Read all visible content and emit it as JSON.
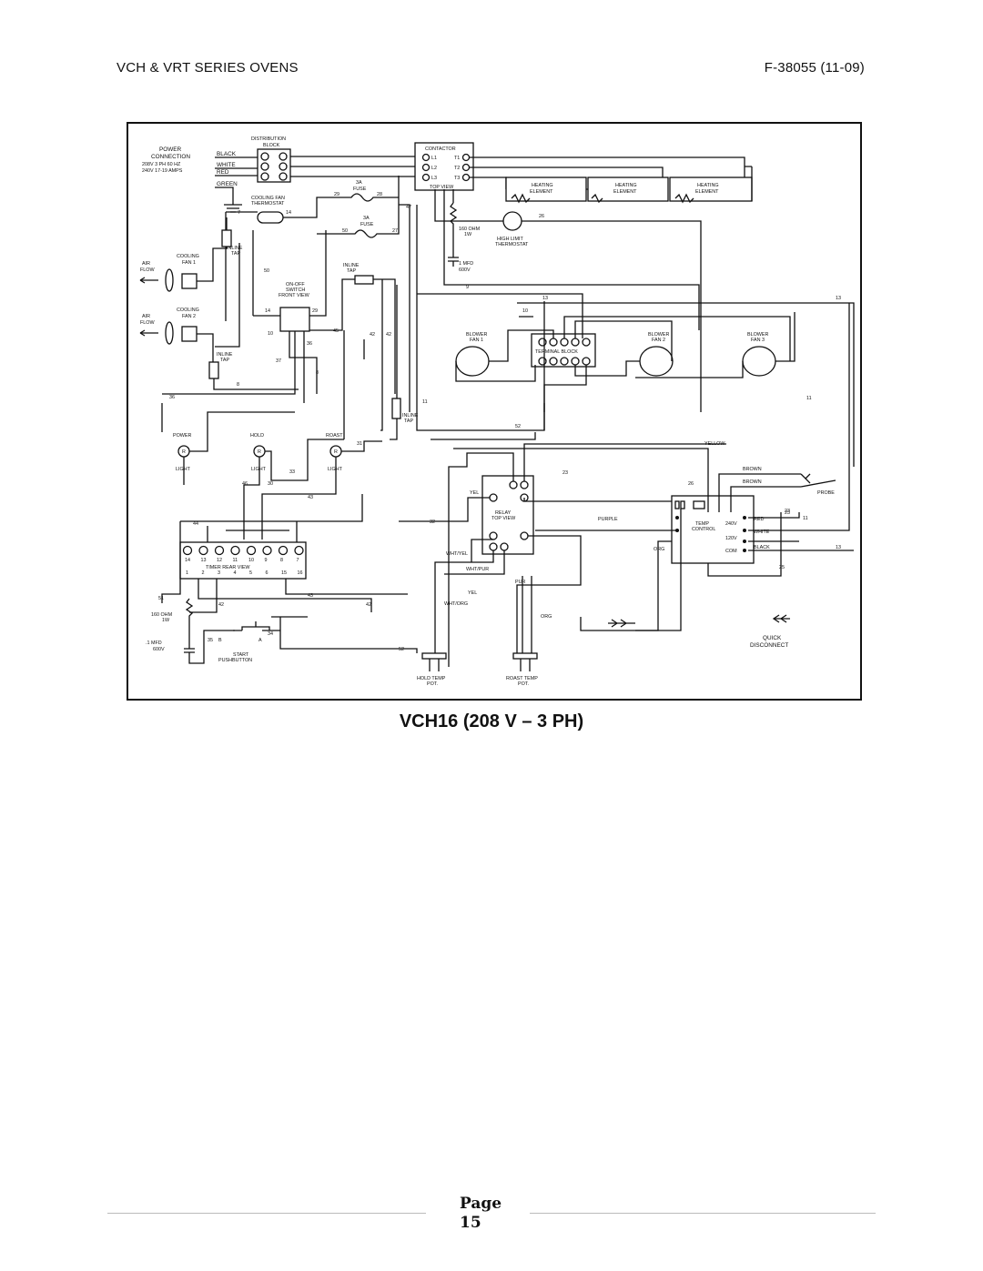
{
  "header": {
    "left": "VCH & VRT SERIES OVENS",
    "right": "F-38055 (11-09)"
  },
  "diagram": {
    "power": {
      "title1": "POWER",
      "title2": "CONNECTION",
      "spec1": "208V  3 PH  60 HZ",
      "spec2": "240V  17-19 AMPS",
      "black": "BLACK",
      "white": "WHITE",
      "red": "RED",
      "green": "GREEN",
      "dist1": "DISTRIBUTION",
      "dist2": "BLOCK"
    },
    "contactor": {
      "title": "CONTACTOR",
      "view": "TOP VIEW",
      "l1": "L1",
      "l2": "L2",
      "l3": "L3",
      "t1": "T1",
      "t2": "T2",
      "t3": "T3"
    },
    "heating": {
      "h1a": "HEATING",
      "h1b": "ELEMENT",
      "h2a": "HEATING",
      "h2b": "ELEMENT",
      "h3a": "HEATING",
      "h3b": "ELEMENT"
    },
    "cooling_fan_thermostat": {
      "a": "COOLING FAN",
      "b": "THERMOSTAT"
    },
    "fuse1": {
      "a": "3A",
      "b": "FUSE"
    },
    "fuse2": {
      "a": "3A",
      "b": "FUSE"
    },
    "res160": {
      "a": "160 OHM",
      "b": "1W"
    },
    "cap1": {
      "a": "1 MFD",
      "b": "600V"
    },
    "high_limit": {
      "a": "HIGH LIMIT",
      "b": "THERMOSTAT"
    },
    "inline_tap": {
      "a": "INLINE",
      "b": "TAP"
    },
    "cooling1": {
      "a": "COOLING",
      "b": "FAN 1"
    },
    "cooling2": {
      "a": "COOLING",
      "b": "FAN 2"
    },
    "airflow": {
      "a": "AIR",
      "b": "FLOW"
    },
    "switch": {
      "a": "ON-OFF",
      "b": "SWITCH",
      "c": "FRONT VIEW"
    },
    "blower1": {
      "a": "BLOWER",
      "b": "FAN 1"
    },
    "blower2": {
      "a": "BLOWER",
      "b": "FAN 2"
    },
    "blower3": {
      "a": "BLOWER",
      "b": "FAN 3"
    },
    "terminal_block": "TERMINAL BLOCK",
    "lights": {
      "power": "POWER",
      "hold": "HOLD",
      "roast": "ROAST",
      "light": "LIGHT",
      "r": "R"
    },
    "relay": {
      "a": "RELAY",
      "b": "TOP VIEW"
    },
    "timer": "TIMER   REAR VIEW",
    "timer_top": [
      "14",
      "13",
      "12",
      "11",
      "10",
      "9",
      "8",
      "7"
    ],
    "timer_bot": [
      "1",
      "2",
      "3",
      "4",
      "5",
      "6",
      "15",
      "16"
    ],
    "temp": {
      "a": "TEMP",
      "b": "CONTROL",
      "v240": "240V",
      "v120": "120V",
      "com": "COM"
    },
    "colors": {
      "yellow": "YELLOW",
      "brown": "BROWN",
      "red": "RED",
      "white": "WHITE",
      "black": "BLACK",
      "purple": "PURPLE",
      "org": "ORG",
      "yel": "YEL",
      "whtyel": "WHT/YEL",
      "whtpur": "WHT/PUR",
      "pur": "PUR",
      "whtorg": "WHT/ORG"
    },
    "probe": "PROBE",
    "quick": {
      "a": "QUICK",
      "b": "DISCONNECT"
    },
    "res160b": {
      "a": "160 OHM",
      "b": "1W"
    },
    "cap2": {
      "a": ".1 MFD",
      "b": "600V"
    },
    "start": {
      "a": "START",
      "b": "PUSHBUTTON",
      "A": "A",
      "B": "B"
    },
    "pots": {
      "hold1": "HOLD TEMP",
      "roast1": "ROAST TEMP",
      "pot": "POT."
    },
    "wires": [
      "29",
      "28",
      "27",
      "50",
      "26",
      "9",
      "47",
      "7",
      "14",
      "50",
      "14",
      "29",
      "10",
      "36",
      "45",
      "42",
      "42",
      "37",
      "8",
      "8",
      "36",
      "13",
      "10",
      "13",
      "11",
      "11",
      "52",
      "31",
      "33",
      "46",
      "30",
      "43",
      "44",
      "32",
      "23",
      "26",
      "23",
      "11",
      "13",
      "25",
      "51",
      "42",
      "43",
      "42",
      "34",
      "35",
      "52",
      "23"
    ]
  },
  "caption": "VCH16 (208 V – 3 PH)",
  "footer": {
    "page": "Page",
    "number": "15"
  }
}
